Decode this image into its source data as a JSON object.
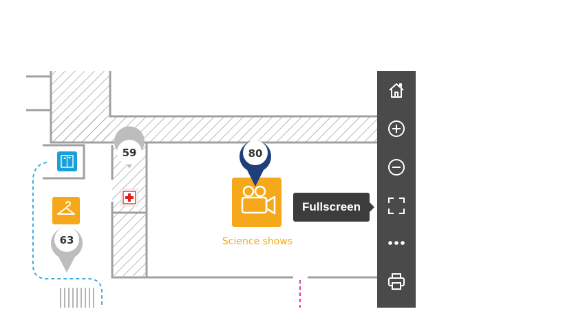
{
  "map": {
    "pins": [
      {
        "number": "59",
        "style": "grey"
      },
      {
        "number": "80",
        "style": "blue"
      },
      {
        "number": "63",
        "style": "grey"
      }
    ],
    "pois": {
      "science_shows": {
        "label": "Science shows",
        "icon": "movie-camera-icon"
      },
      "elevator": {
        "icon": "elevator-icon"
      },
      "first_aid": {
        "icon": "first-aid-icon"
      },
      "cloakroom": {
        "icon": "hanger-icon"
      }
    }
  },
  "toolbar": {
    "buttons": [
      {
        "name": "home",
        "icon": "home-icon"
      },
      {
        "name": "zoom-in",
        "icon": "zoom-in-icon"
      },
      {
        "name": "zoom-out",
        "icon": "zoom-out-icon"
      },
      {
        "name": "fullscreen",
        "icon": "fullscreen-icon"
      },
      {
        "name": "more",
        "icon": "more-icon"
      },
      {
        "name": "print",
        "icon": "print-icon"
      }
    ],
    "tooltip": "Fullscreen"
  },
  "colors": {
    "wall": "#a0a0a0",
    "pin_blue": "#1f3f7a",
    "pin_grey": "#bdbdbd",
    "poi_orange": "#f5a91a",
    "elevator_blue": "#1aa0d8",
    "path_blue": "#3bb0dc",
    "path_pink": "#e0399a",
    "first_aid_red": "#e02020",
    "toolbar_bg": "#4a4a4a"
  }
}
